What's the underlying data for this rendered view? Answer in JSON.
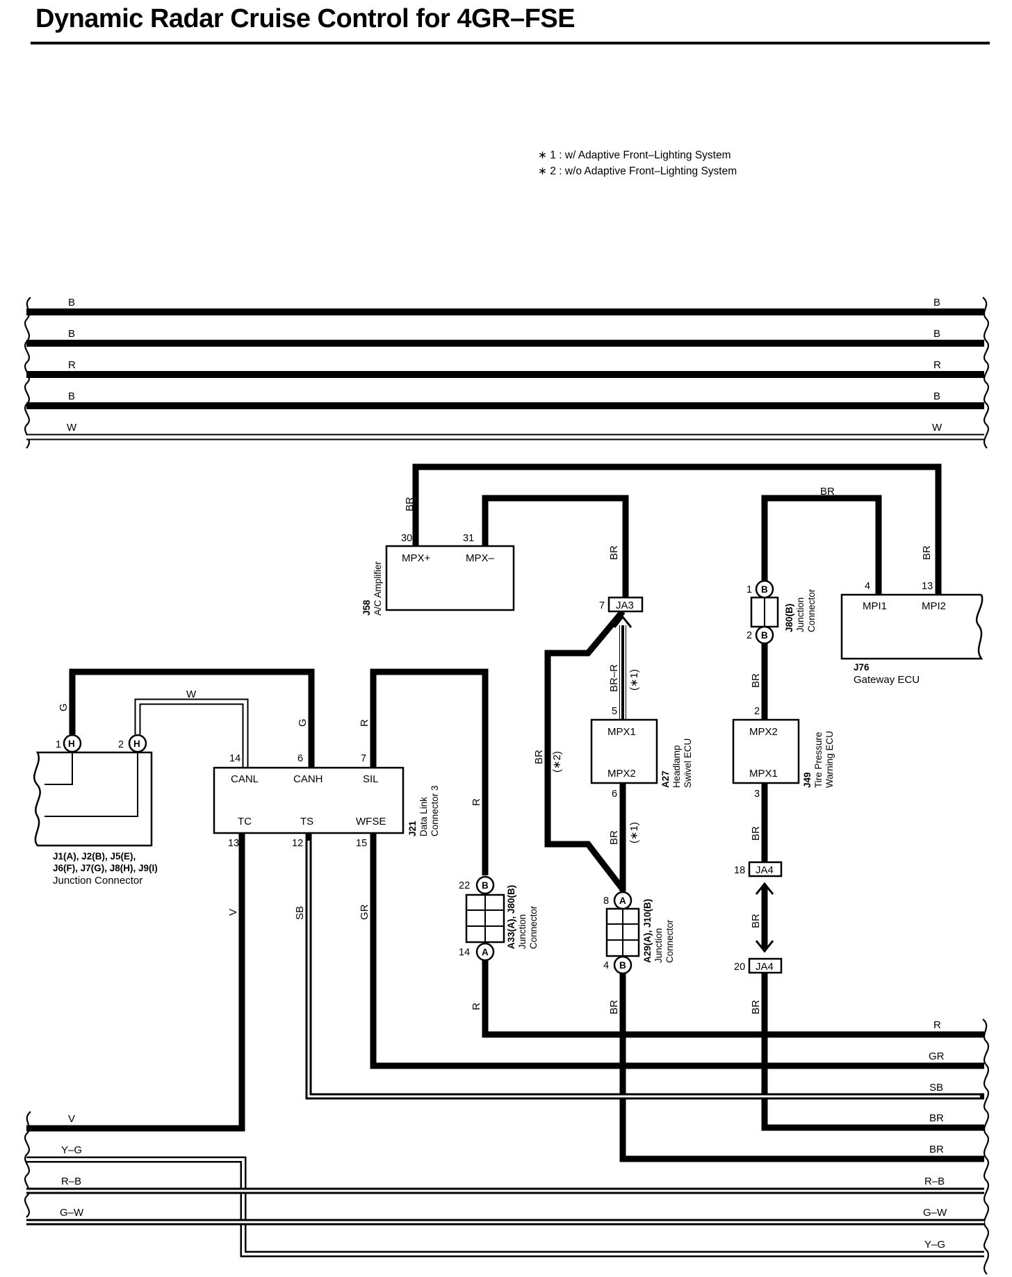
{
  "page": {
    "title": "Dynamic Radar Cruise Control for 4GR–FSE"
  },
  "notes": [
    {
      "mark": "∗ 1",
      "text": " : w/ Adaptive Front–Lighting System"
    },
    {
      "mark": "∗ 2",
      "text": " : w/o Adaptive Front–Lighting System"
    }
  ],
  "colors": {
    "wire": "#000000",
    "background": "#ffffff"
  },
  "wires": {
    "top_bus": [
      "B",
      "B",
      "R",
      "B",
      "W"
    ],
    "bottom_bus_left": [
      "V",
      "Y–G",
      "R–B",
      "G–W"
    ],
    "bottom_bus_right": [
      "R",
      "GR",
      "SB",
      "BR",
      "BR",
      "R–B",
      "G–W",
      "Y–G"
    ],
    "labels": {
      "g": "G",
      "w": "W",
      "r": "R",
      "br": "BR",
      "br_r": "BR–R",
      "v": "V",
      "sb": "SB",
      "gr": "GR",
      "note1": "(∗1)",
      "note2": "(∗2)"
    }
  },
  "components": {
    "j58": {
      "code": "J58",
      "name": "A/C Amplifier",
      "pins": [
        "MPX+",
        "MPX–"
      ],
      "pin_nums": [
        "30",
        "31"
      ]
    },
    "j76": {
      "code": "J76",
      "name": "Gateway ECU",
      "pins": [
        "MPI1",
        "MPI2"
      ],
      "pin_nums": [
        "4",
        "13"
      ]
    },
    "j21": {
      "code": "J21",
      "name_lines": [
        "Data Link",
        "Connector 3"
      ],
      "pins_top": [
        "CANL",
        "CANH",
        "SIL"
      ],
      "pins_bottom": [
        "TC",
        "TS",
        "WFSE"
      ],
      "pin_nums_top": [
        "14",
        "6",
        "7"
      ],
      "pin_nums_bottom": [
        "13",
        "12",
        "15"
      ]
    },
    "a27": {
      "code": "A27",
      "name_lines": [
        "Headlamp",
        "Swivel ECU"
      ],
      "pins": [
        "MPX1",
        "MPX2"
      ],
      "pin_nums": [
        "5",
        "6"
      ]
    },
    "j49": {
      "code": "J49",
      "name_lines": [
        "Tire Pressure",
        "Warning ECU"
      ],
      "pins": [
        "MPX2",
        "MPX1"
      ],
      "pin_nums": [
        "2",
        "3"
      ]
    },
    "jc_left": {
      "codes_line1": "J1(A), J2(B), J5(E),",
      "codes_line2": "J6(F), J7(G), J8(H), J9(I)",
      "name": "Junction Connector",
      "pin_nums": [
        "1",
        "2"
      ],
      "pin_letter": "H"
    },
    "j80b": {
      "code": "J80(B)",
      "name_lines": [
        "Junction",
        "Connector"
      ],
      "pin_nums": [
        "1",
        "2"
      ],
      "pin_letter": "B"
    },
    "a33": {
      "code": "A33(A), J80(B)",
      "name_lines": [
        "Junction",
        "Connector"
      ],
      "pin_nums": [
        "22",
        "14"
      ],
      "pin_letters": [
        "B",
        "A"
      ]
    },
    "a29": {
      "code": "A29(A), J10(B)",
      "name_lines": [
        "Junction",
        "Connector"
      ],
      "pin_nums": [
        "8",
        "4"
      ],
      "pin_letters": [
        "A",
        "B"
      ]
    },
    "ja3": {
      "code": "JA3",
      "pin_num": "7"
    },
    "ja4_top": {
      "code": "JA4",
      "pin_num": "18"
    },
    "ja4_bot": {
      "code": "JA4",
      "pin_num": "20"
    }
  }
}
